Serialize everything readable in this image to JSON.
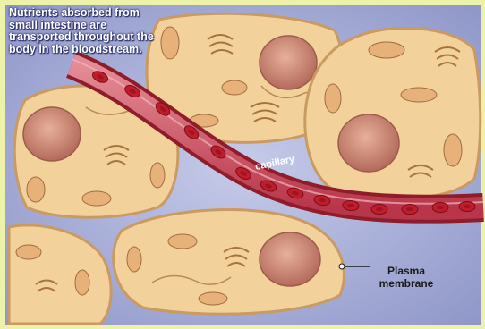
{
  "caption": "Nutrients absorbed from small intestine are transported throughout the body in the bloodstream.",
  "vessel_label": "capillary",
  "membrane_label_line1": "Plasma",
  "membrane_label_line2": "membrane",
  "colors": {
    "frame": "#eef2a8",
    "background": "#aeb5dc",
    "cytoplasm": "#f3d19a",
    "membrane": "#c99a62",
    "nucleus": "#d08a78",
    "vessel_wall": "#8e1c2a",
    "vessel_lumen": "#cf4a5c",
    "red_blood_cell": "#c11c2c"
  }
}
